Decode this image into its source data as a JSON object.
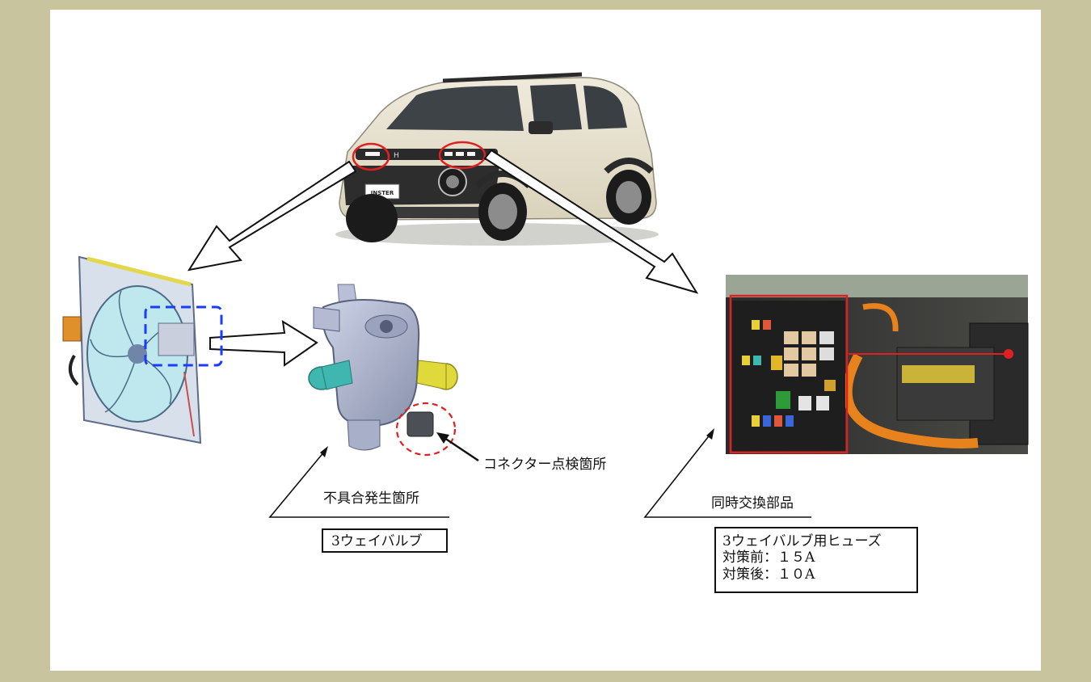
{
  "labels": {
    "connector_point": "コネクター点検箇所",
    "defect_location": "不具合発生箇所",
    "defect_part": "3ウェイバルブ",
    "replacement_title": "同時交換部品",
    "replacement_lines": [
      "3ウェイバルブ用ヒューズ",
      "対策前：１５A",
      "対策後：１０A"
    ]
  },
  "images": {
    "car": "car-illustration",
    "radiator": "radiator-fan-assembly",
    "valve": "three-way-valve",
    "fusebox": "engine-bay-fuse-box"
  },
  "colors": {
    "frame": "#c8c59e",
    "highlight_red": "#e02020",
    "highlight_blue": "#1a3cff",
    "teal": "#3fb7b0",
    "yellow": "#e0d93a",
    "car_body": "#e7e2cf"
  },
  "car_badge": "INSTER"
}
